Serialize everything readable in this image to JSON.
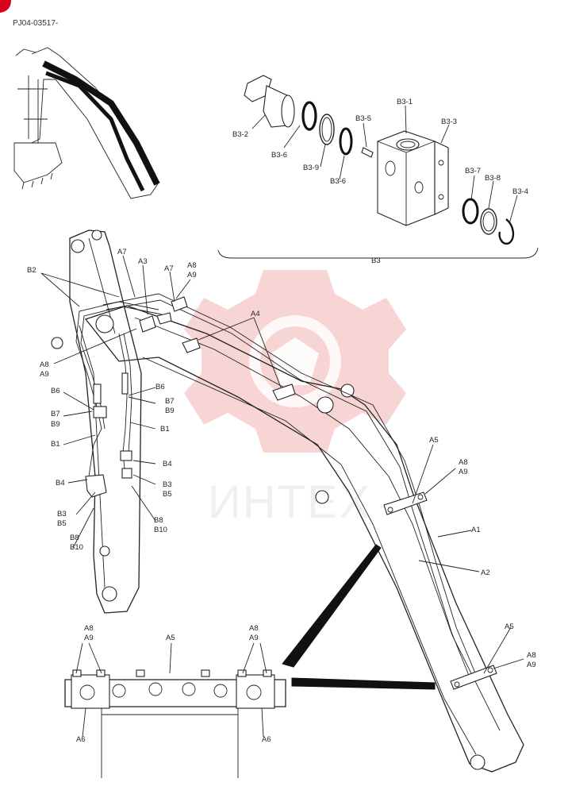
{
  "doc": {
    "code": "PJ04-03517-",
    "watermark_text": "ИНТЕХ",
    "colors": {
      "line": "#222222",
      "watermark": "#f4b3b3",
      "corner": "#d8001a"
    }
  },
  "callouts": {
    "A1": "A1",
    "A2": "A2",
    "A3": "A3",
    "A4": "A4",
    "A5": "A5",
    "A6": "A6",
    "A7": "A7",
    "A8": "A8",
    "A9": "A9",
    "B1": "B1",
    "B2": "B2",
    "B3": "B3",
    "B4": "B4",
    "B5": "B5",
    "B6": "B6",
    "B7": "B7",
    "B8": "B8",
    "B9": "B9",
    "B10": "B10",
    "B3_1": "B3-1",
    "B3_2": "B3-2",
    "B3_3": "B3-3",
    "B3_4": "B3-4",
    "B3_5": "B3-5",
    "B3_6": "B3-6",
    "B3_7": "B3-7",
    "B3_8": "B3-8",
    "B3_9": "B3-9"
  }
}
